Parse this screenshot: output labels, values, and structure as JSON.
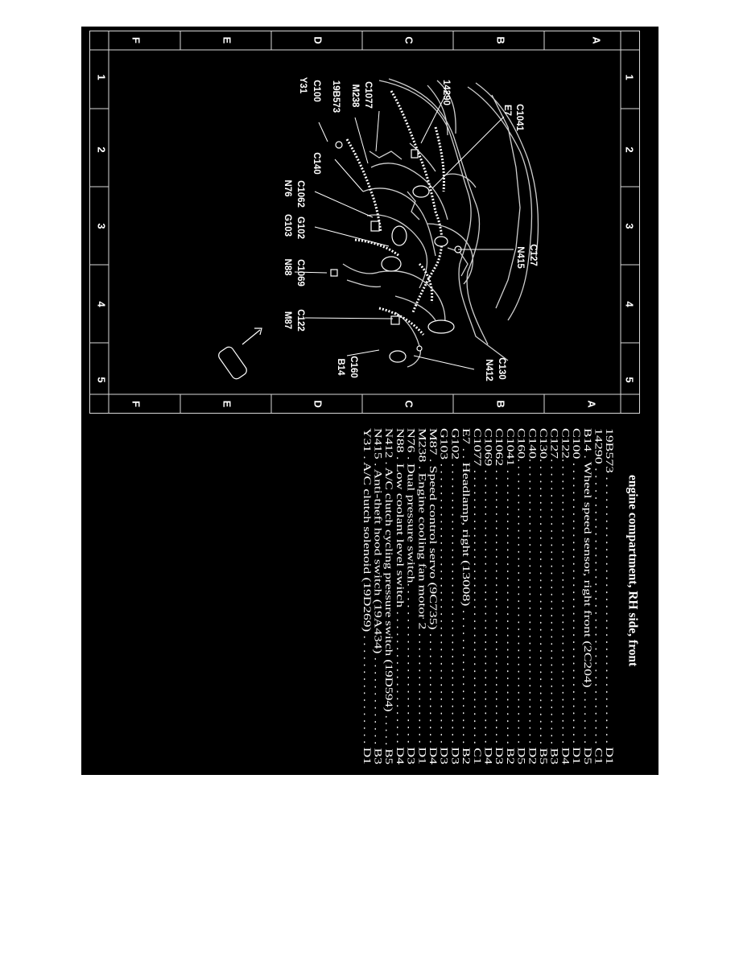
{
  "grid": {
    "rows": [
      "A",
      "B",
      "C",
      "D",
      "E",
      "F"
    ],
    "columns": [
      "1",
      "2",
      "3",
      "4",
      "5"
    ]
  },
  "callouts": {
    "c1041": "C1041",
    "e7": "E7",
    "c14290": "14290",
    "c1077": "C1077",
    "m238": "M238",
    "c19b573": "19B573",
    "c100": "C100",
    "y31": "Y31",
    "c140": "C140",
    "c1062": "C1062",
    "n76": "N76",
    "g102": "G102",
    "g103": "G103",
    "c127": "C127",
    "n415": "N415",
    "c1069": "C1069",
    "n88": "N88",
    "c122": "C122",
    "m87": "M87",
    "c130": "C130",
    "n412": "N412",
    "c160": "C160",
    "b14": "B14"
  },
  "legend": {
    "title": "engine compartment, RH side, front",
    "items": [
      {
        "text": "19B573 . . . . . . . . . . . . . . . . . . . . . . . . . . . . . . . . . . . . . . D1"
      },
      {
        "text": "14290 . . . . . . . . . . . . . . . . . . . . . . . . . . . . . . . . . . . . . . . C1"
      },
      {
        "text": "B14 . Wheel speed sensor, right front (2C204) . . . . . . . . D5"
      },
      {
        "text": "C100 . . . . . . . . . . . . . . . . . . . . . . . . . . . . . . . . . . . . . . . . D1"
      },
      {
        "text": "C122. . . . . . . . . . . . . . . . . . . . . . . . . . . . . . . . . . . . . . . . . D4"
      },
      {
        "text": "C127. . . . . . . . . . . . . . . . . . . . . . . . . . . . . . . . . . . . . . . . . B3"
      },
      {
        "text": "C130. . . . . . . . . . . . . . . . . . . . . . . . . . . . . . . . . . . . . . . . . B5"
      },
      {
        "text": "C140. . . . . . . . . . . . . . . . . . . . . . . . . . . . . . . . . . . . . . . . . D2"
      },
      {
        "text": "C160. . . . . . . . . . . . . . . . . . . . . . . . . . . . . . . . . . . . . . . . . D5"
      },
      {
        "text": "C1041 . . . . . . . . . . . . . . . . . . . . . . . . . . . . . . . . . . . . . . . B2"
      },
      {
        "text": "C1062 . . . . . . . . . . . . . . . . . . . . . . . . . . . . . . . . . . . . . . . D3"
      },
      {
        "text": "C1069 . . . . . . . . . . . . . . . . . . . . . . . . . . . . . . . . . . . . . . . D4"
      },
      {
        "text": "C1077 . . . . . . . . . . . . . . . . . . . . . . . . . . . . . . . . . . . . . . . C1"
      },
      {
        "text": "E7 . . Headlamp, right (13008) . . . . . . . . . . . . . . . . . . . B2"
      },
      {
        "text": "G102 . . . . . . . . . . . . . . . . . . . . . . . . . . . . . . . . . . . . . . . . D3"
      },
      {
        "text": "G103 . . . . . . . . . . . . . . . . . . . . . . . . . . . . . . . . . . . . . . . . D3"
      },
      {
        "text": "M87 . Speed control servo (9C735) . . . . . . . . . . . . . . . . D4"
      },
      {
        "text": "M238 . Engine cooling fan motor 2 . . . . . . . . . . . . . . . . D1"
      },
      {
        "text": "N76 . Dual pressure switch. . . . . . . . . . . . . . . . . . . . . . . D3"
      },
      {
        "text": "N88 . Low coolant level switch . . . . . . . . . . . . . . . . . . . D4"
      },
      {
        "text": "N412 . A/C clutch cycling pressure switch (19D594) . . . . . B5"
      },
      {
        "text": "N415 . Anti-theft hood switch (19A434) . . . . . . . . . . . . . B3"
      },
      {
        "text": "Y31 . A/C clutch solenoid (19D269) . . . . . . . . . . . . . . . . D1"
      }
    ]
  }
}
